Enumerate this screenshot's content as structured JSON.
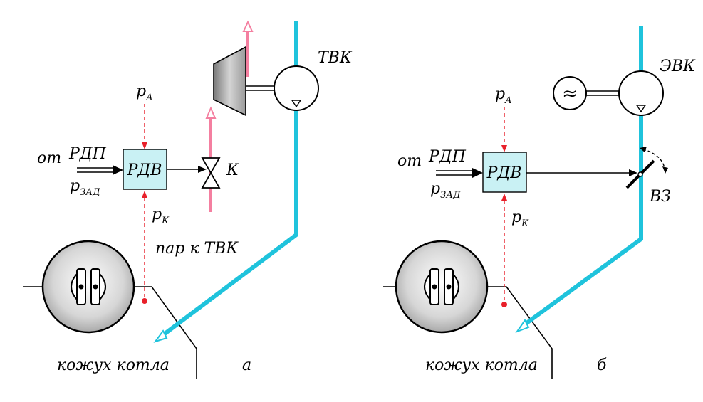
{
  "colors": {
    "steam_line": "#f47fa0",
    "gas_line": "#1fc3dc",
    "signal_line": "#e8202a",
    "controller_fill": "#c9f1f4"
  },
  "left": {
    "from_label": "от",
    "from_source": "РДП",
    "setpoint_p": "p",
    "setpoint_sub": "ЗАД",
    "pa_p": "p",
    "pa_sub": "A",
    "pk_p": "p",
    "pk_sub": "К",
    "controller": "РДВ",
    "valve": "К",
    "steam_label": "пар к ТВК",
    "unit": "ТВК",
    "casing": "кожух котла",
    "panel": "а"
  },
  "right": {
    "from_label": "от",
    "from_source": "РДП",
    "setpoint_p": "p",
    "setpoint_sub": "ЗАД",
    "pa_p": "p",
    "pa_sub": "A",
    "pk_p": "p",
    "pk_sub": "К",
    "controller": "РДВ",
    "damper": "ВЗ",
    "unit": "ЭВК",
    "motor_symbol": "≈",
    "casing": "кожух котла",
    "panel": "б"
  }
}
